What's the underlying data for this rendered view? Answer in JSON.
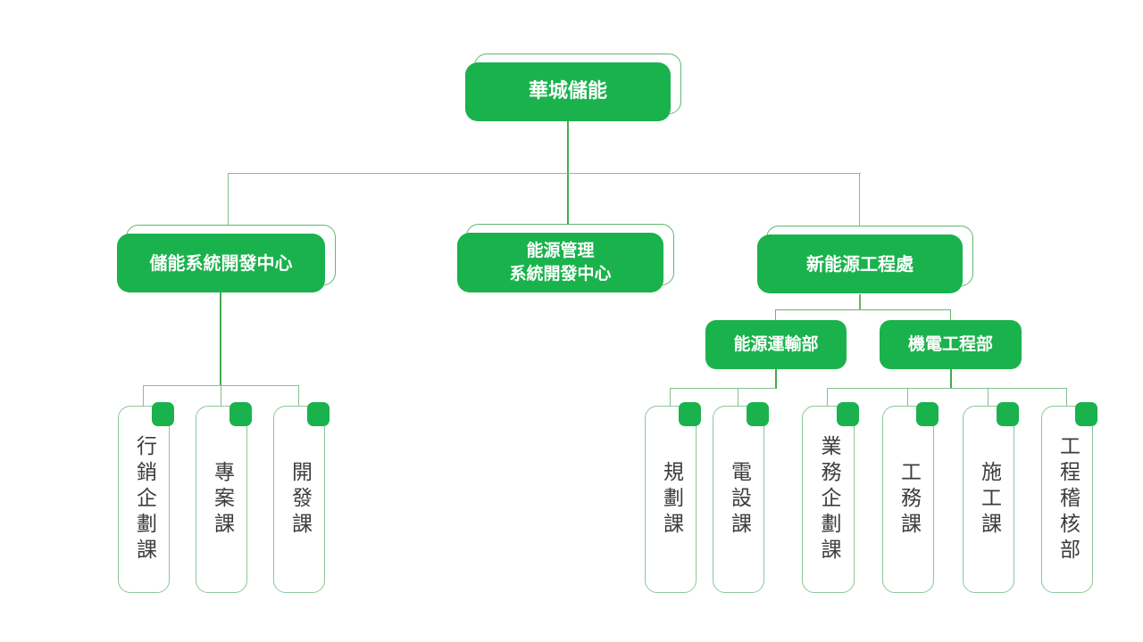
{
  "chart": {
    "root": "華城儲能",
    "branches": [
      {
        "label": "儲能系統開發中心",
        "children": [
          "行銷企劃課",
          "專案課",
          "開發課"
        ]
      },
      {
        "lines": [
          "能源管理",
          "系統開發中心"
        ]
      },
      {
        "label": "新能源工程處",
        "departments": [
          {
            "label": "能源運輸部",
            "children": [
              "規劃課",
              "電設課"
            ]
          },
          {
            "label": "機電工程部",
            "children": [
              "業務企劃課",
              "工務課",
              "施工課",
              "工程稽核部"
            ]
          }
        ]
      }
    ]
  },
  "colors": {
    "node_green": "#1ab24c",
    "shadow_outline_green": "#5eb871",
    "leaf_border_green": "#8cc79b",
    "connector_green": "#6db26d",
    "node_text": "#ffffff",
    "leaf_text": "#3d3d3d",
    "background": "#ffffff"
  }
}
